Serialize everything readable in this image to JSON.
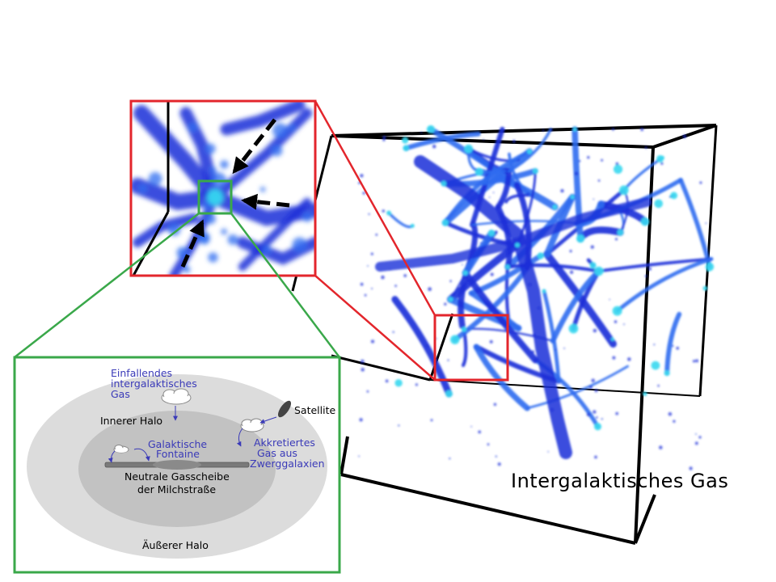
{
  "main": {
    "title": "Intergalaktisches Gas"
  },
  "inset": {
    "labels": {
      "infalling": [
        "Einfallendes",
        "intergalaktisches",
        "Gas"
      ],
      "satellite": "Satellite",
      "inner_halo": "Innerer Halo",
      "fountain": [
        "Galaktische",
        "Fontaine"
      ],
      "accreted": [
        "Akkretiertes",
        "Gas aus",
        "Zwerggalaxien"
      ],
      "disk": [
        "Neutrale Gasscheibe",
        "der Milchstraße"
      ],
      "outer_halo": "Äußerer Halo"
    }
  },
  "colors": {
    "cube_edge": "#000000",
    "zoom_box": "#e3262c",
    "detail_box": "#3aa84a",
    "gas_dark": "#1b2fd8",
    "gas_mid": "#2f6cf0",
    "gas_bright": "#38d8f0",
    "annotation_blue": "#3a3ab8"
  },
  "icons": [
    "cloud-icon",
    "satellite-galaxy-icon",
    "flow-arrow-icon"
  ]
}
